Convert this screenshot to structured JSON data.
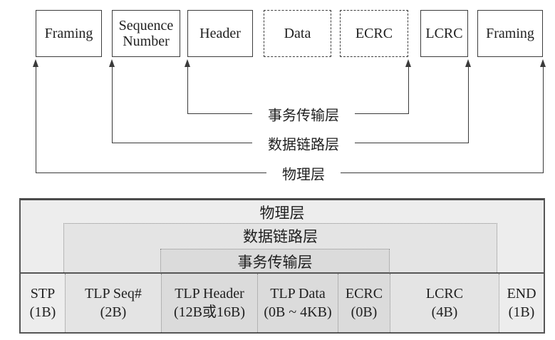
{
  "diagram": {
    "boxes": [
      {
        "label": "Framing",
        "border": "solid"
      },
      {
        "label": "Sequence Number",
        "border": "solid"
      },
      {
        "label": "Header",
        "border": "solid"
      },
      {
        "label": "Data",
        "border": "dashed"
      },
      {
        "label": "ECRC",
        "border": "dashed"
      },
      {
        "label": "LCRC",
        "border": "solid"
      },
      {
        "label": "Framing",
        "border": "solid"
      }
    ],
    "layer_brackets": [
      {
        "label": "事务传输层",
        "spans": "Header–ECRC"
      },
      {
        "label": "数据链路层",
        "spans": "Sequence Number–LCRC"
      },
      {
        "label": "物理层",
        "spans": "Framing–Framing"
      }
    ]
  },
  "table": {
    "layer_rows": [
      {
        "label": "物理层"
      },
      {
        "label": "数据链路层"
      },
      {
        "label": "事务传输层"
      }
    ],
    "cells": [
      {
        "name": "STP",
        "size": "(1B)"
      },
      {
        "name": "TLP Seq#",
        "size": "(2B)"
      },
      {
        "name": "TLP Header",
        "size": "(12B或16B)"
      },
      {
        "name": "TLP Data",
        "size": "(0B ~ 4KB)"
      },
      {
        "name": "ECRC",
        "size": "(0B)"
      },
      {
        "name": "LCRC",
        "size": "(4B)"
      },
      {
        "name": "END",
        "size": "(1B)"
      }
    ]
  },
  "colors": {
    "line": "#3a3a3a",
    "table_border": "#565656",
    "bg_physical": "#ededed",
    "bg_datalink": "#e4e4e4",
    "bg_transaction": "#dbdbdb"
  }
}
